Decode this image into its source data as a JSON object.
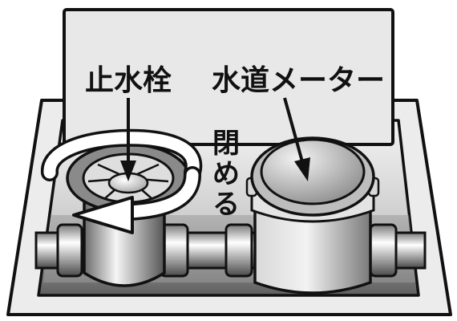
{
  "labels": {
    "stop_valve": "止水栓",
    "water_meter": "水道メーター",
    "close_char_1": "閉",
    "close_char_2": "め",
    "close_char_3": "る"
  },
  "colors": {
    "outline": "#111111",
    "panel": "#e6e6e6",
    "box_light": "#f2f2f2",
    "box_dark": "#6e6e6e",
    "metal_light": "#ffffff",
    "metal_dark": "#555555",
    "valve_ring": "#8a8a8a"
  }
}
